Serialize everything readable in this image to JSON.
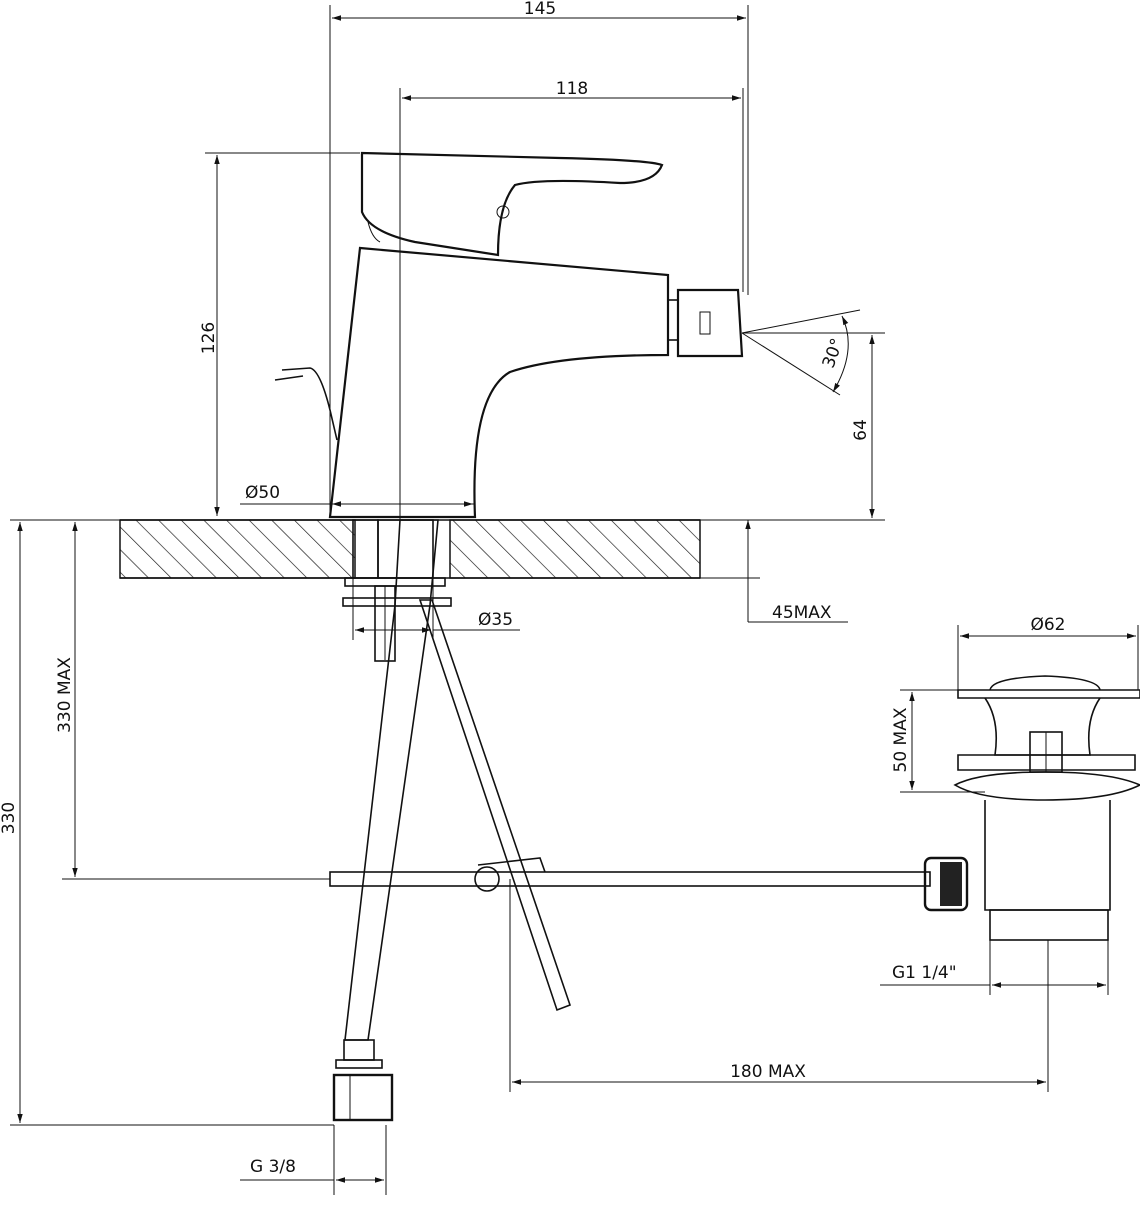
{
  "dimensions": {
    "width_145": "145",
    "width_118": "118",
    "height_126": "126",
    "diameter_50": "Ø50",
    "angle_30": "30°",
    "height_64": "64",
    "max_45": "45MAX",
    "diameter_35": "Ø35",
    "diameter_62": "Ø62",
    "max_50": "50 MAX",
    "max_330": "330 MAX",
    "total_330": "330",
    "thread_g114": "G1 1/4\"",
    "max_180": "180 MAX",
    "thread_g38": "G 3/8"
  },
  "colors": {
    "line": "#111111",
    "background": "#ffffff"
  }
}
